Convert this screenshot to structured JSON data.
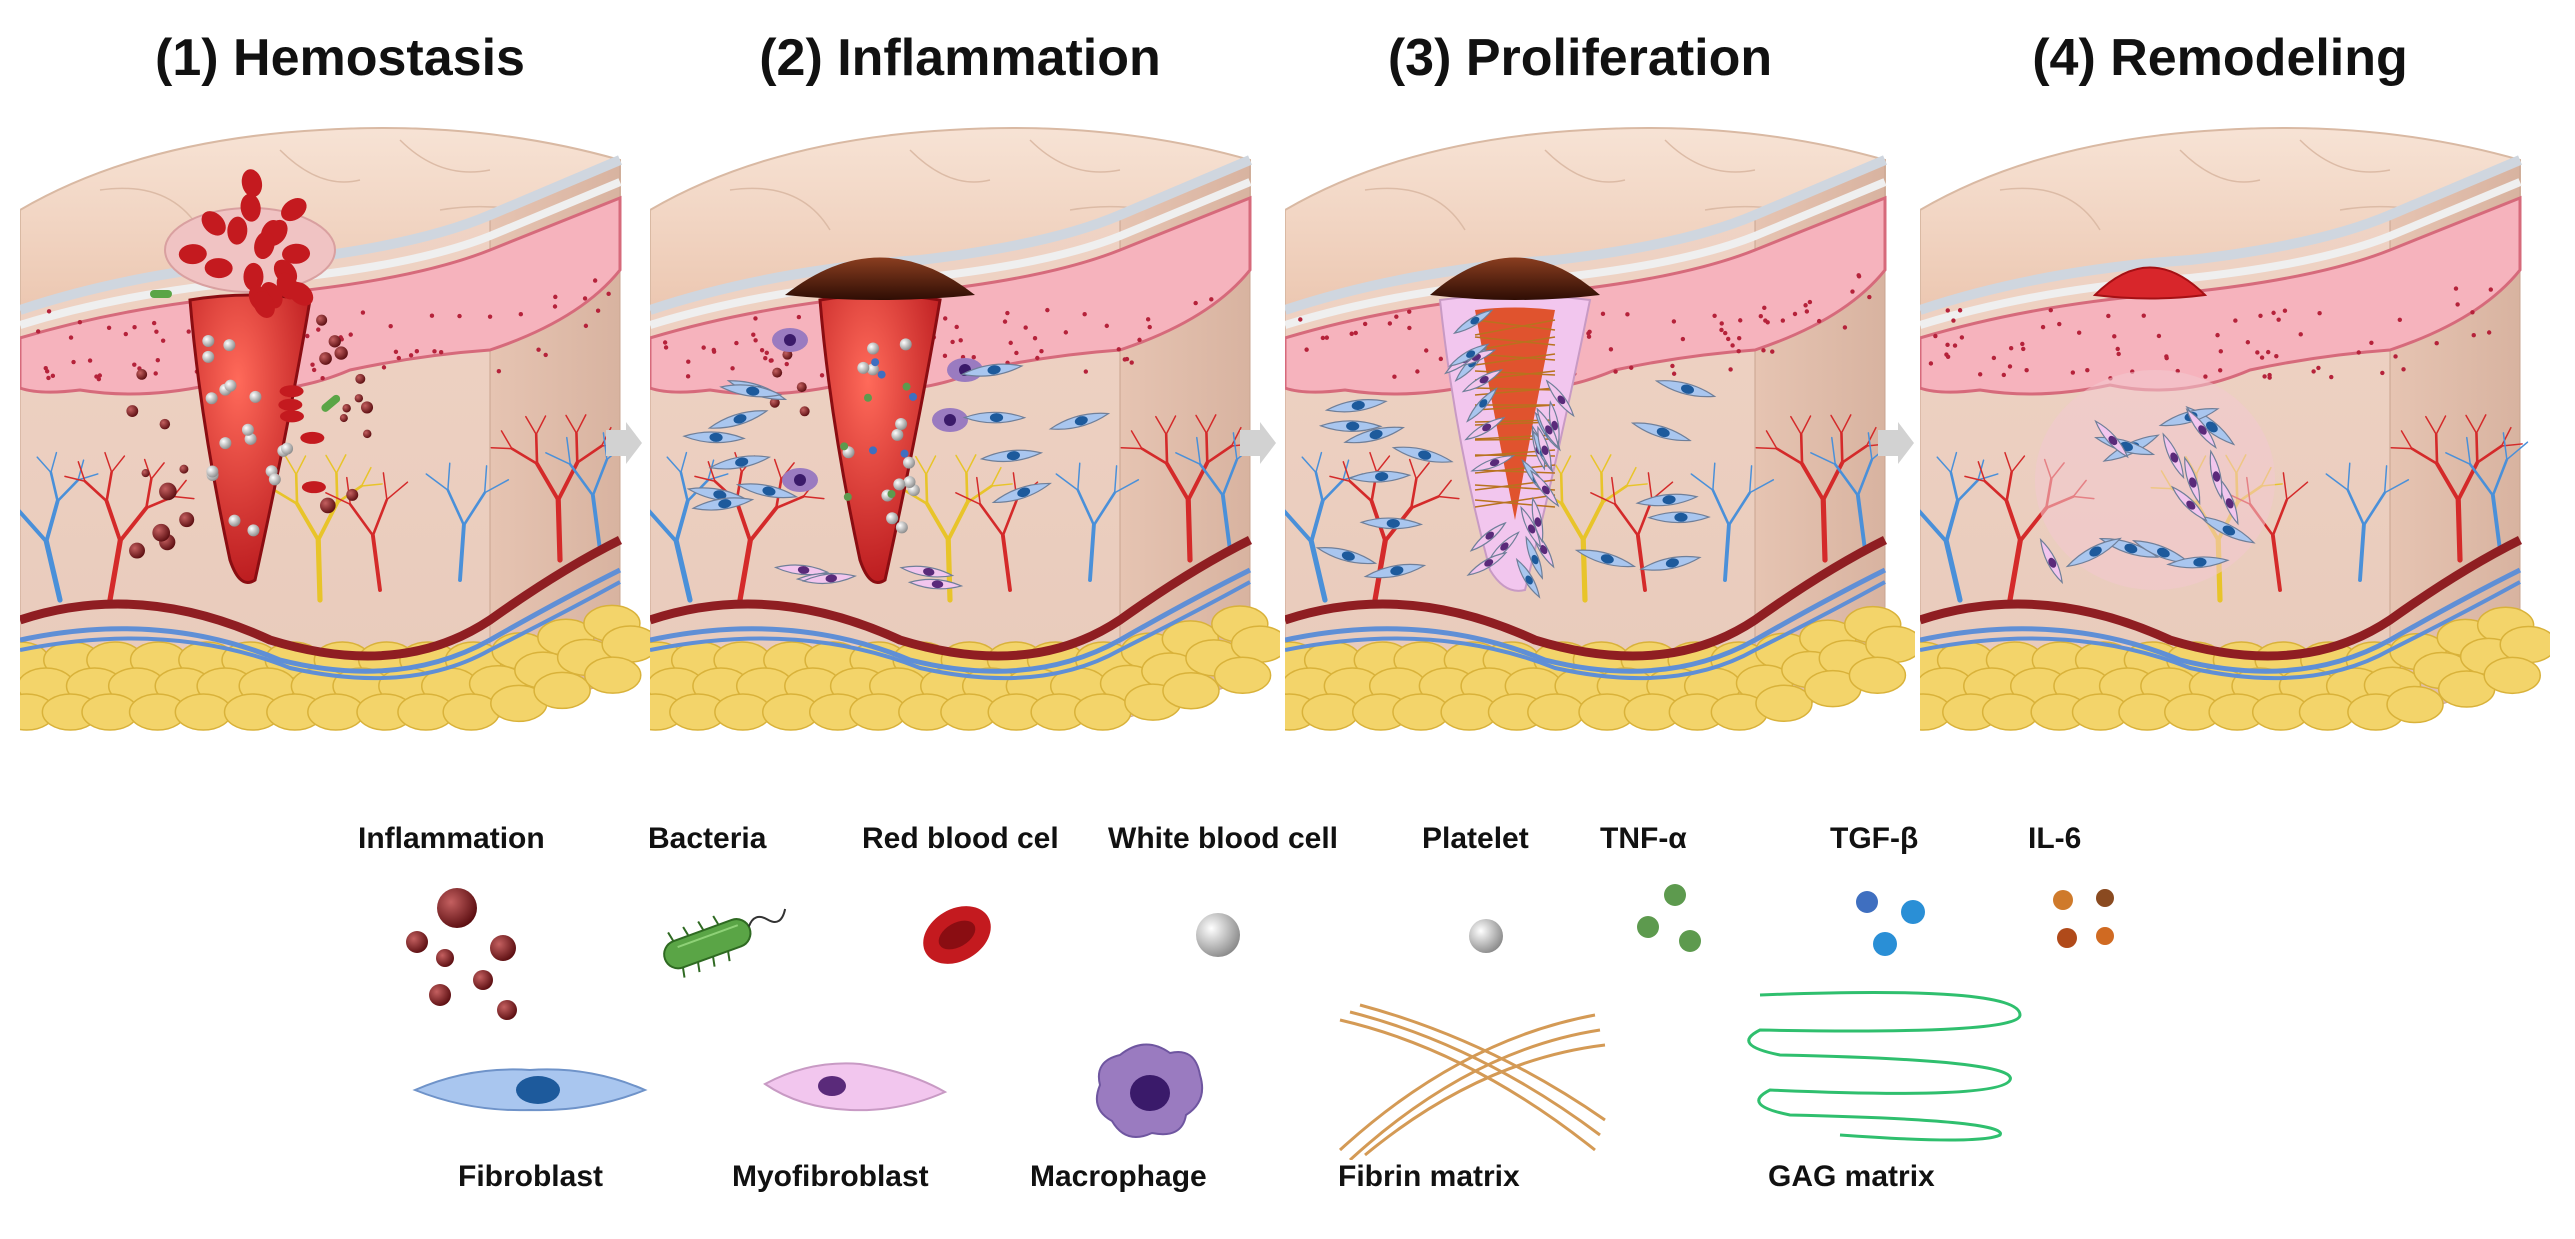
{
  "stages": [
    {
      "label": "(1) Hemostasis"
    },
    {
      "label": "(2) Inflammation"
    },
    {
      "label": "(3) Proliferation"
    },
    {
      "label": "(4) Remodeling"
    }
  ],
  "legend": {
    "row1": [
      {
        "label": "Inflammation",
        "icon": "inflammation-cluster-icon"
      },
      {
        "label": "Bacteria",
        "icon": "bacteria-icon"
      },
      {
        "label": "Red blood cel",
        "icon": "red-blood-cell-icon"
      },
      {
        "label": "White blood cell",
        "icon": "white-blood-cell-icon"
      },
      {
        "label": "Platelet",
        "icon": "platelet-icon"
      },
      {
        "label": "TNF-α",
        "icon": "tnf-alpha-icon"
      },
      {
        "label": "TGF-β",
        "icon": "tgf-beta-icon"
      },
      {
        "label": "IL-6",
        "icon": "il-6-icon"
      }
    ],
    "row2": [
      {
        "label": "Fibroblast",
        "icon": "fibroblast-icon"
      },
      {
        "label": "Myofibroblast",
        "icon": "myofibroblast-icon"
      },
      {
        "label": "Macrophage",
        "icon": "macrophage-icon"
      },
      {
        "label": "Fibrin matrix",
        "icon": "fibrin-matrix-icon"
      },
      {
        "label": "GAG matrix",
        "icon": "gag-matrix-icon"
      }
    ]
  },
  "colors": {
    "skin_surface": "#f3d9c8",
    "dermis": "#f6b3bd",
    "blood": "#d8262b",
    "scab": "#5a2410",
    "fat": "#f3d46a",
    "vein": "#4a90d9",
    "artery": "#d42a2a",
    "fibroblast": "#a9c6ef",
    "myofibroblast": "#f2c6ee",
    "macrophage": "#9a7bc0"
  }
}
